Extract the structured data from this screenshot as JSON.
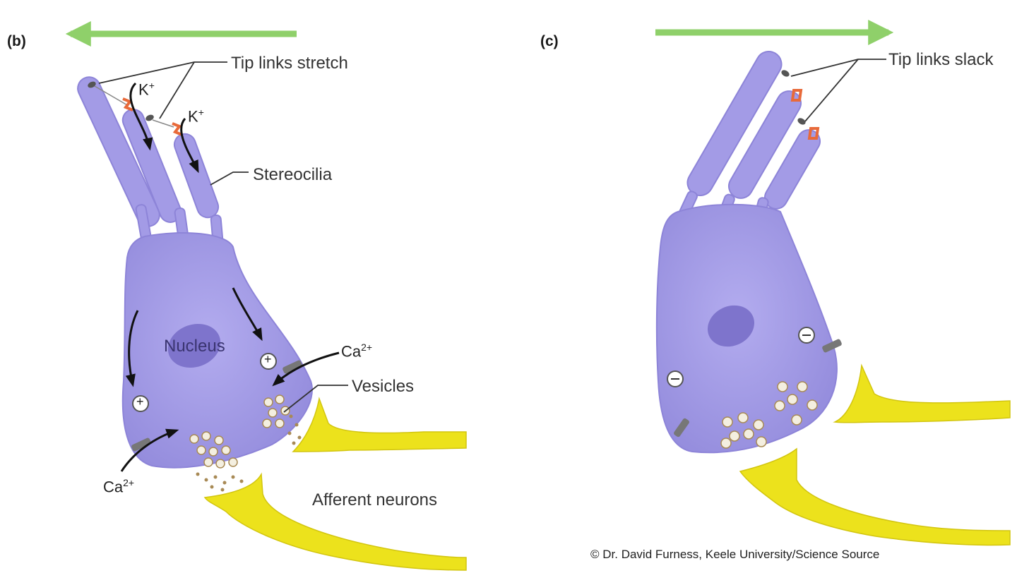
{
  "colors": {
    "arrow_green": "#8fd06a",
    "cell_purple": "#a39be6",
    "cell_shadow": "#8d84d8",
    "nucleus": "#7e74cc",
    "neuron_yellow": "#ece21c",
    "channel_red": "#e86a3a",
    "leader": "#333333"
  },
  "panel_b": {
    "letter": "(b)",
    "tip_links_label": "Tip links stretch",
    "stereocilia_label": "Stereocilia",
    "nucleus_label": "Nucleus",
    "vesicles_label": "Vesicles",
    "afferent_label": "Afferent neurons",
    "k_ion_1": "K",
    "k_ion_1_charge": "+",
    "k_ion_2": "K",
    "k_ion_2_charge": "+",
    "ca_ion_1": "Ca",
    "ca_ion_1_charge": "2+",
    "ca_ion_2": "Ca",
    "ca_ion_2_charge": "2+",
    "charge_symbol": "+"
  },
  "panel_c": {
    "letter": "(c)",
    "tip_links_label": "Tip links slack",
    "charge_symbol": "−"
  },
  "credit": "© Dr. David Furness, Keele University/Science Source"
}
